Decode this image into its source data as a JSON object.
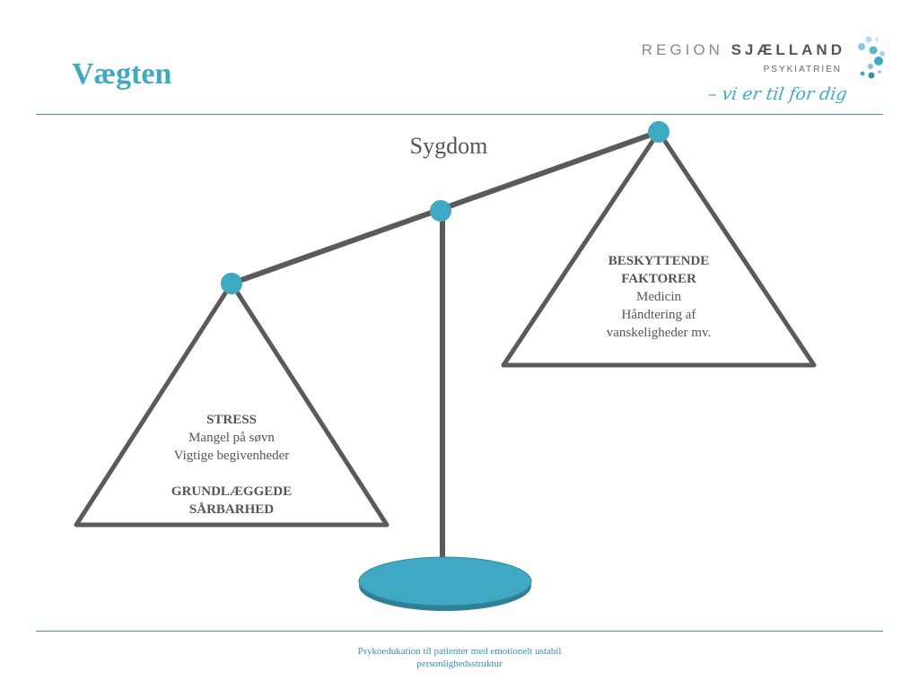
{
  "slide": {
    "title": "Vægten"
  },
  "logo": {
    "line1a": "REGION ",
    "line1b": "SJÆLLAND",
    "line2": "PSYKIATRIEN",
    "tagline": "– vi er til for dig",
    "dot_color": "#3fa9c4"
  },
  "diagram": {
    "illness_label": "Sygdom",
    "left_pan": {
      "heading1": "STRESS",
      "line1": "Mangel på søvn",
      "line2": "Vigtige begivenheder",
      "heading2a": "GRUNDLÆGGEDE",
      "heading2b": "SÅRBARHED"
    },
    "right_pan": {
      "heading1": "BESKYTTENDE",
      "heading2": "FAKTORER",
      "line1": "Medicin",
      "line2": "Håndtering af",
      "line3": "vanskeligheder mv."
    },
    "beam_color": "#5a5a5a",
    "accent_color": "#3fa9c4"
  },
  "footer": {
    "line1": "Psykoedukation til patienter med emotionelt ustabil",
    "line2": "personlighedsstruktur"
  }
}
